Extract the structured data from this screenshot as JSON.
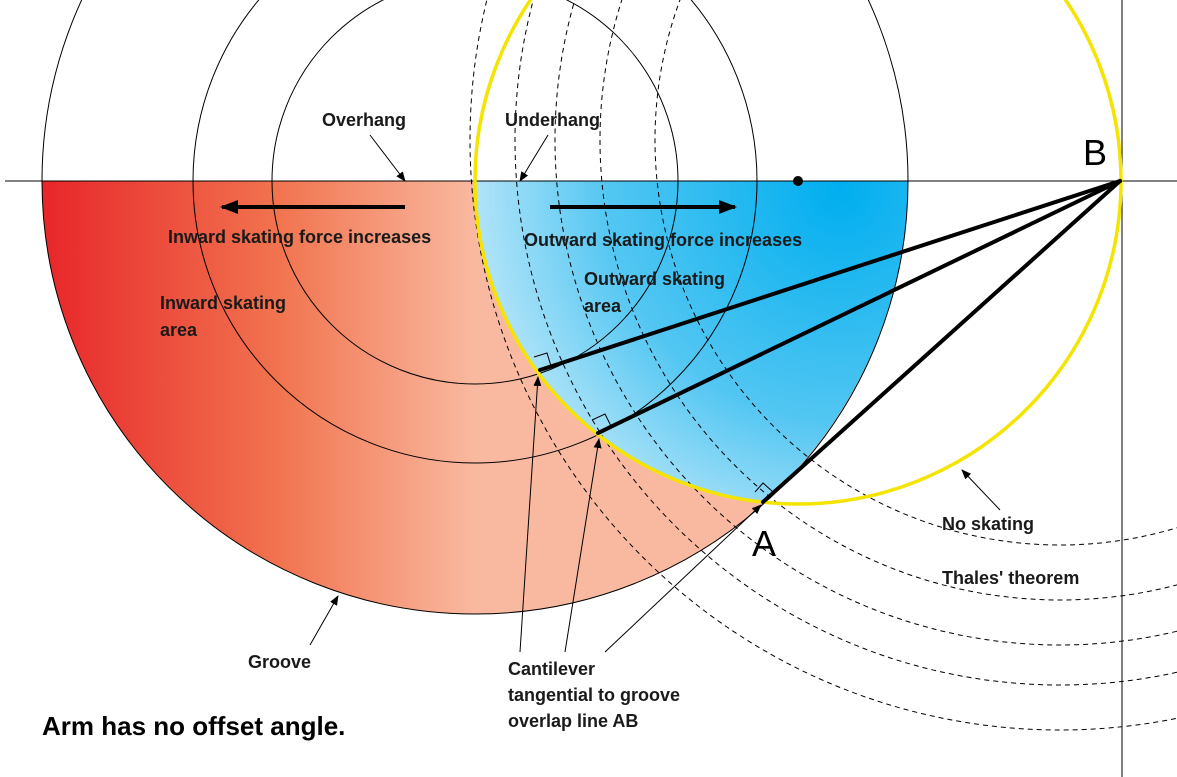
{
  "labels": {
    "overhang": "Overhang",
    "underhang": "Underhang",
    "inward_force": "Inward skating force increases",
    "outward_force": "Outward skating force increases",
    "outward_area_line1": "Outward skating",
    "outward_area_line2": "area",
    "inward_area_line1": "Inward skating",
    "inward_area_line2": "area",
    "point_a": "A",
    "point_b": "B",
    "no_skating": "No skating",
    "thales": "Thales' theorem",
    "groove": "Groove",
    "cantilever_line1": "Cantilever",
    "cantilever_line2": "tangential to groove",
    "cantilever_line3": "overlap line AB",
    "caption": "Arm has no offset angle."
  },
  "colors": {
    "inward_area_dark": "#e8262a",
    "inward_area_light": "#f9b9a0",
    "outward_area_dark": "#00aeef",
    "outward_area_light": "#d8f0fb",
    "thales_circle": "#f5e400",
    "lines": "#000000"
  }
}
